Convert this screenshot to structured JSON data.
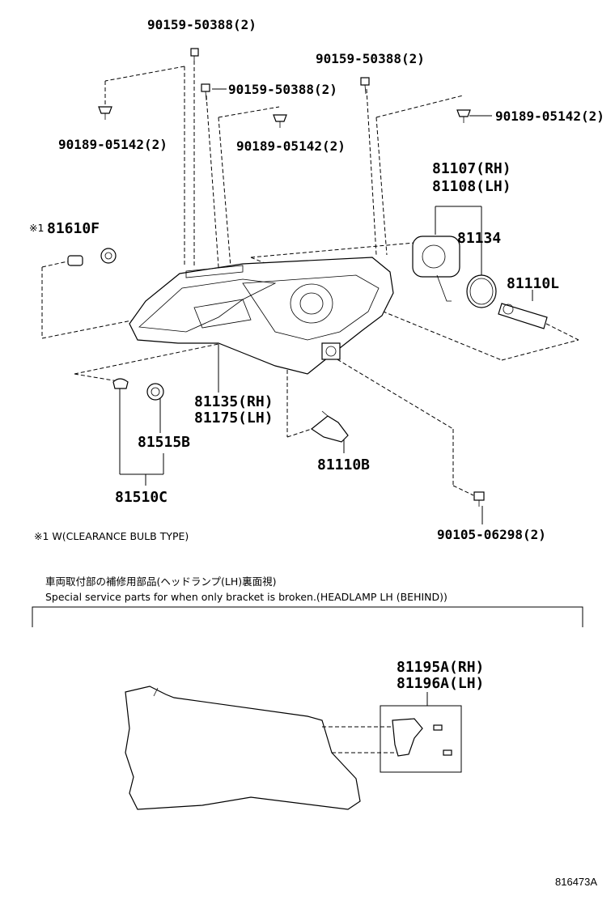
{
  "labels": {
    "screw_top": "90159-50388(2)",
    "screw_mid": "90159-50388(2)",
    "screw_right": "90159-50388(2)",
    "clip_left": "90189-05142(2)",
    "clip_mid": "90189-05142(2)",
    "clip_right": "90189-05142(2)",
    "bulb_clearance_mark": "※1",
    "bulb_clearance": "81610F",
    "socket_rh": "81107(RH)",
    "socket_lh": "81108(LH)",
    "oring": "81134",
    "bulb_hid": "81110L",
    "unit_rh": "81135(RH)",
    "unit_lh": "81175(LH)",
    "socket_side": "81515B",
    "bulb_h": "81110B",
    "socket_assy": "81510C",
    "screw_bottom": "90105-06298(2)",
    "bracket_rh": "81195A(RH)",
    "bracket_lh": "81196A(LH)"
  },
  "notes": {
    "footnote": "※1  W(CLEARANCE BULB TYPE)",
    "jp_caption": "車両取付部の補修用部品(ヘッドランプ(LH)裏面視)",
    "en_caption": "Special service parts for when only bracket is broken.(HEADLAMP LH (BEHIND))",
    "drawing_ref": "816473A"
  }
}
